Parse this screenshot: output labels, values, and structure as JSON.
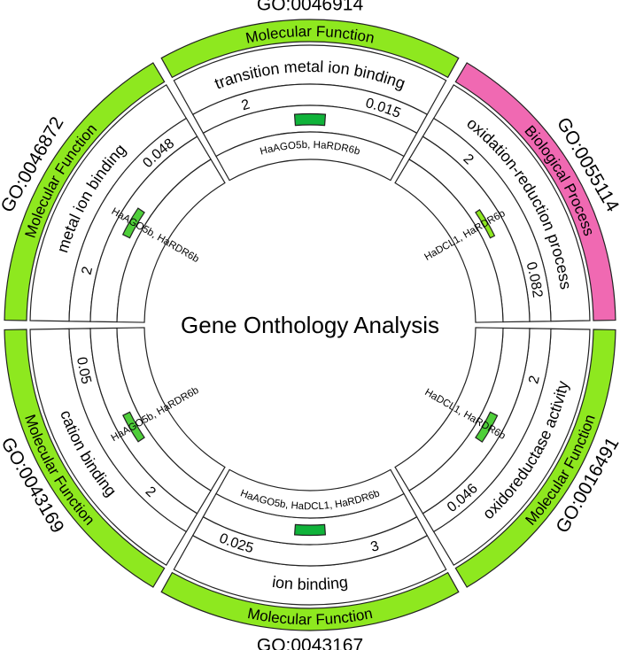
{
  "center_title": "Gene Onthology Analysis",
  "colors": {
    "molecular_function": "#8ee81f",
    "biological_process": "#f069b2",
    "stroke": "#222222",
    "background": "#ffffff"
  },
  "terms": [
    {
      "go_id": "GO:0046914",
      "category": "Molecular Function",
      "term": "transition metal ion binding",
      "count": "2",
      "pvalue": "0.015",
      "genes": "HaAGO5b, HaRDR6b",
      "bar_color": "#10b33a",
      "bar_fraction": 0.85
    },
    {
      "go_id": "GO:0055114",
      "category": "Biological Process",
      "term": "oxidation-reduction process",
      "count": "2",
      "pvalue": "0.082",
      "genes": "HaDCL1, HaRDR6b",
      "bar_color": "#8ee81f",
      "bar_fraction": 0.15
    },
    {
      "go_id": "GO:0016491",
      "category": "Molecular Function",
      "term": "oxidoreductase activity",
      "count": "2",
      "pvalue": "0.046",
      "genes": "HaDCL1, HaRDR6b",
      "bar_color": "#4fcf3a",
      "bar_fraction": 0.5
    },
    {
      "go_id": "GO:0043167",
      "category": "Molecular Function",
      "term": "ion binding",
      "count": "3",
      "pvalue": "0.025",
      "genes": "HaAGO5b, HaDCL1, HaRDR6b",
      "bar_color": "#10b33a",
      "bar_fraction": 0.75
    },
    {
      "go_id": "GO:0043169",
      "category": "Molecular Function",
      "term": "cation binding",
      "count": "2",
      "pvalue": "0.05",
      "genes": "HaAGO5b, HaRDR6b",
      "bar_color": "#4fcf3a",
      "bar_fraction": 0.45
    },
    {
      "go_id": "GO:0046872",
      "category": "Molecular Function",
      "term": "metal ion binding",
      "count": "2",
      "pvalue": "0.048",
      "genes": "HaAGO5b, HaRDR6b",
      "bar_color": "#4fcf3a",
      "bar_fraction": 0.47
    }
  ]
}
